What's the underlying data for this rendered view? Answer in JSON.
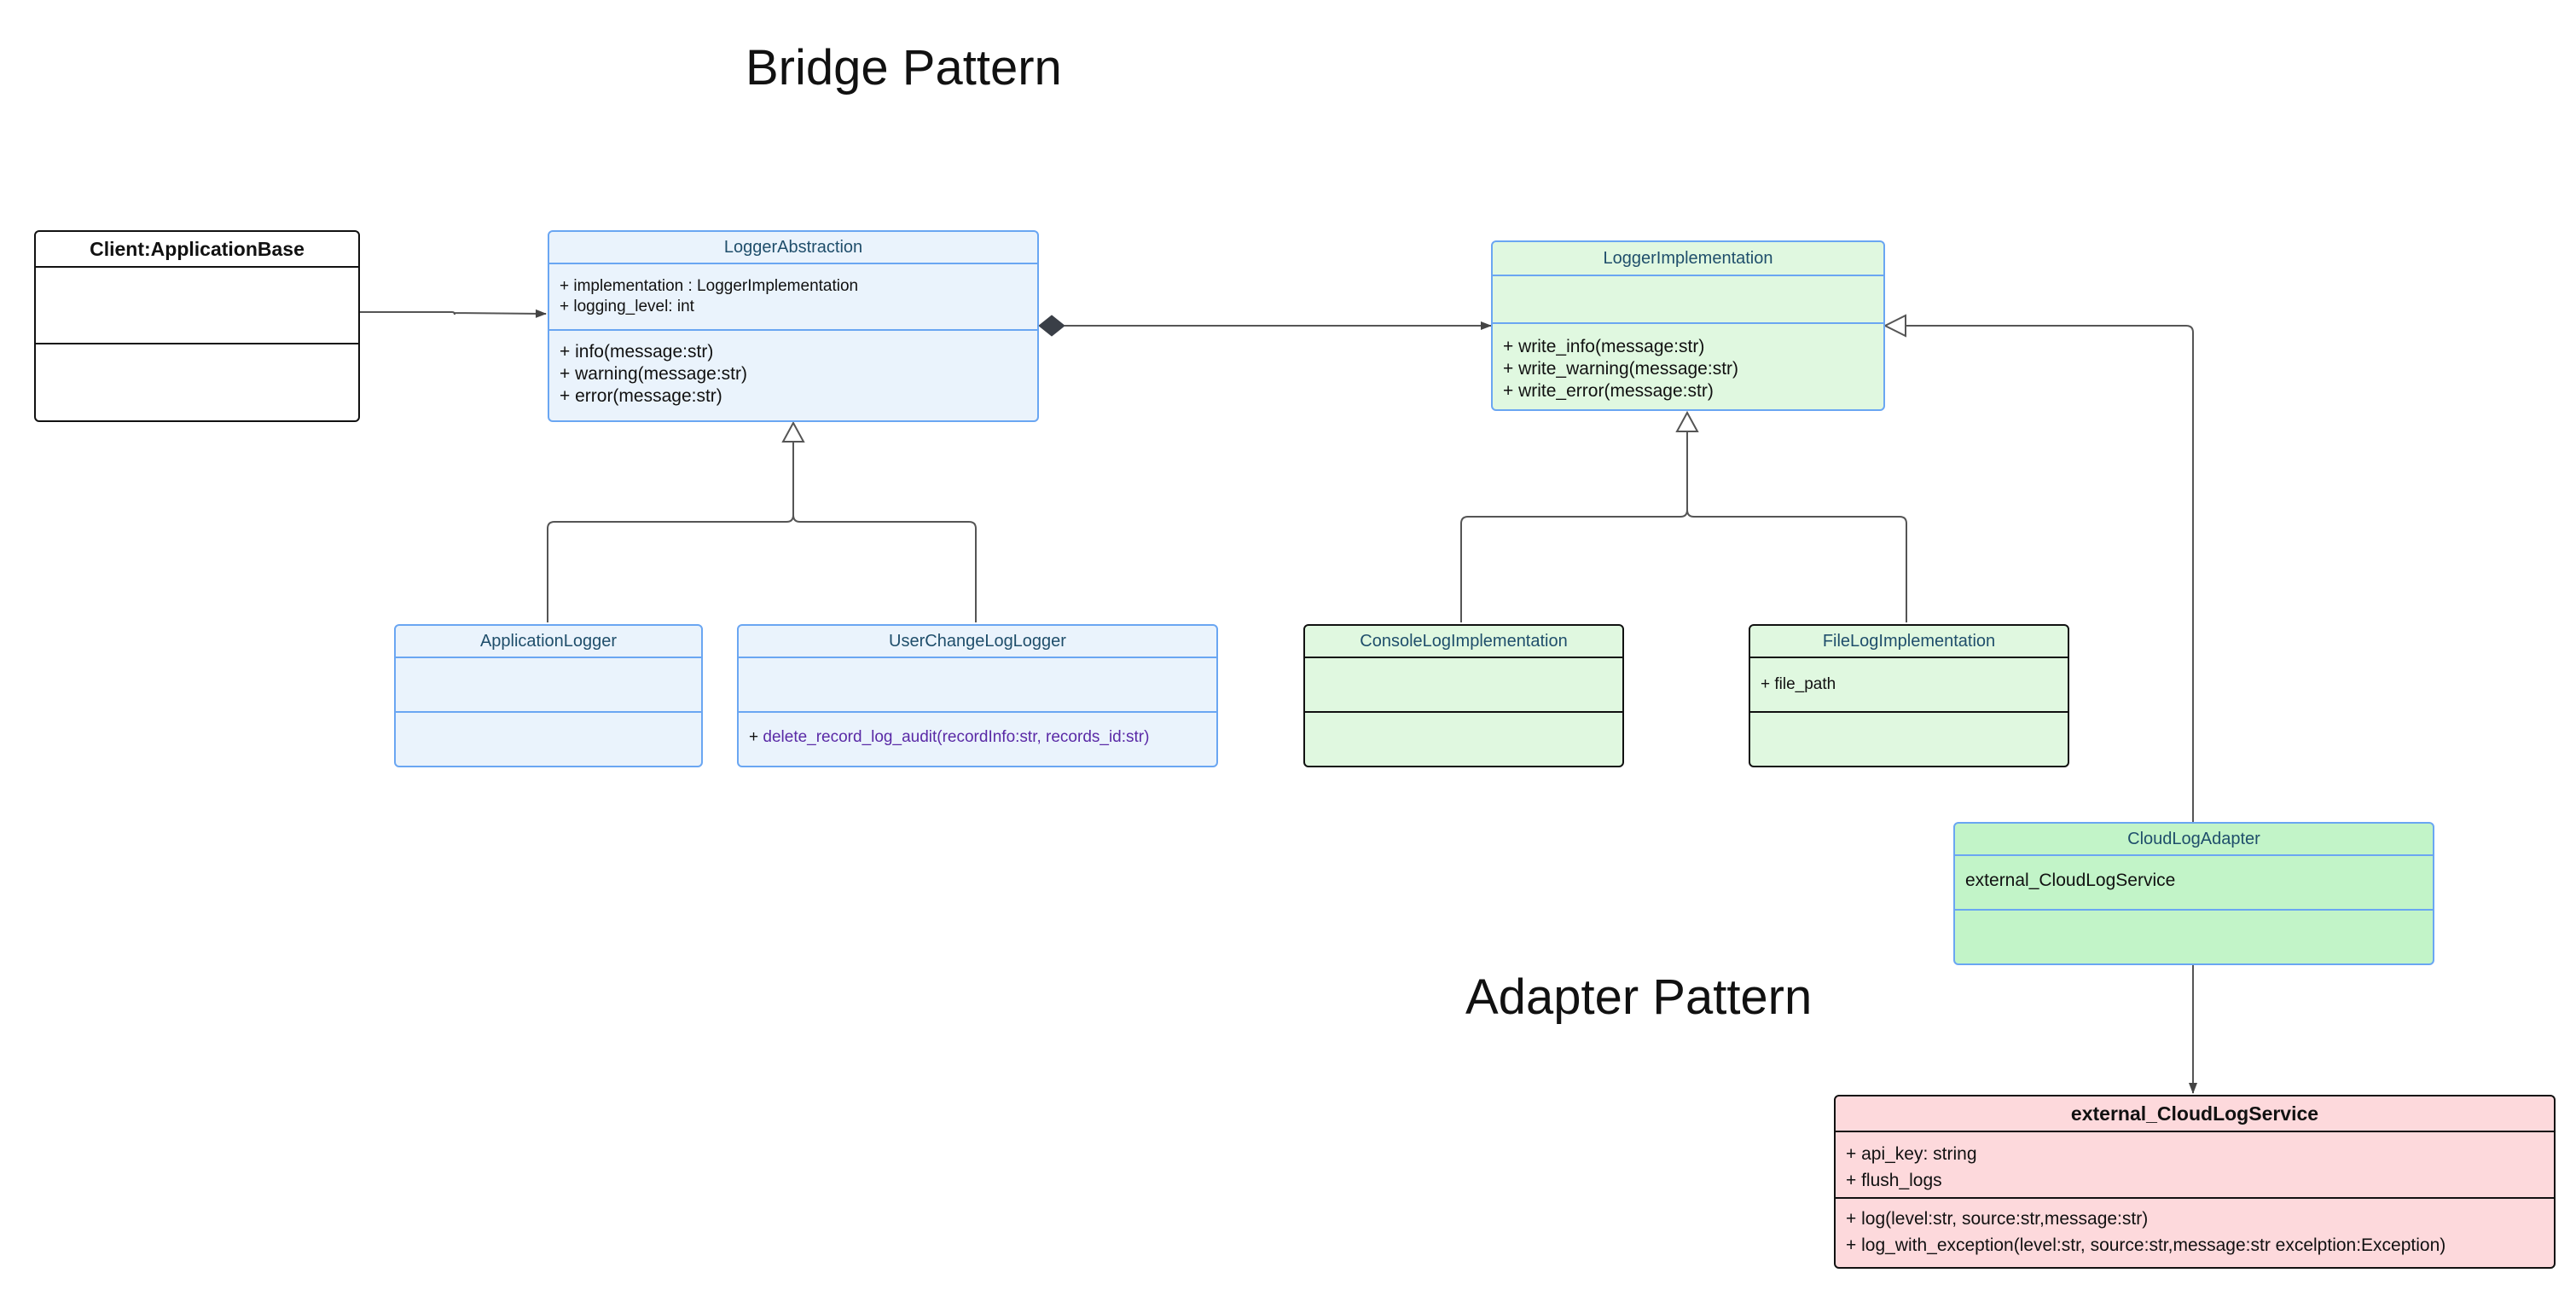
{
  "titles": {
    "bridge": "Bridge Pattern",
    "adapter": "Adapter Pattern"
  },
  "colors": {
    "abstraction_fill": "#eaf3fc",
    "implementation_fill": "#e0f8e0",
    "adapter_fill": "#c2f4c8",
    "external_fill": "#fdd9dc",
    "blue_border": "#6aa6f2",
    "connector": "#555555",
    "purple_text": "#5a2aa6"
  },
  "classes": {
    "client": {
      "name": "Client:ApplicationBase",
      "attributes": [],
      "methods": []
    },
    "logger_abstraction": {
      "name": "LoggerAbstraction",
      "attributes": [
        "+ implementation : LoggerImplementation",
        "+ logging_level: int"
      ],
      "methods": [
        "+ info(message:str)",
        "+ warning(message:str)",
        "+ error(message:str)"
      ]
    },
    "logger_implementation": {
      "name": "LoggerImplementation",
      "attributes": [],
      "methods": [
        "+ write_info(message:str)",
        "+ write_warning(message:str)",
        "+ write_error(message:str)"
      ]
    },
    "application_logger": {
      "name": "ApplicationLogger",
      "attributes": [],
      "methods": []
    },
    "user_change_log_logger": {
      "name": "UserChangeLogLogger",
      "attributes": [],
      "method_prefix": "+",
      "method_name": "delete_record_log_audit(recordInfo:str, records_id:str)"
    },
    "console_log_implementation": {
      "name": "ConsoleLogImplementation",
      "attributes": [],
      "methods": []
    },
    "file_log_implementation": {
      "name": "FileLogImplementation",
      "attributes": [
        "+ file_path"
      ],
      "methods": []
    },
    "cloud_log_adapter": {
      "name": "CloudLogAdapter",
      "attributes": [
        "external_CloudLogService"
      ],
      "methods": []
    },
    "external_cloud_log_service": {
      "name": "external_CloudLogService",
      "attributes": [
        "+ api_key: string",
        "+ flush_logs"
      ],
      "methods": [
        "+ log(level:str, source:str,message:str)",
        "+ log_with_exception(level:str, source:str,message:str excelption:Exception)"
      ]
    }
  },
  "relationships": [
    {
      "from": "Client:ApplicationBase",
      "to": "LoggerAbstraction",
      "type": "association"
    },
    {
      "from": "LoggerAbstraction",
      "to": "LoggerImplementation",
      "type": "composition"
    },
    {
      "from": "ApplicationLogger",
      "to": "LoggerAbstraction",
      "type": "inheritance"
    },
    {
      "from": "UserChangeLogLogger",
      "to": "LoggerAbstraction",
      "type": "inheritance"
    },
    {
      "from": "ConsoleLogImplementation",
      "to": "LoggerImplementation",
      "type": "inheritance"
    },
    {
      "from": "FileLogImplementation",
      "to": "LoggerImplementation",
      "type": "inheritance"
    },
    {
      "from": "CloudLogAdapter",
      "to": "LoggerImplementation",
      "type": "inheritance"
    },
    {
      "from": "CloudLogAdapter",
      "to": "external_CloudLogService",
      "type": "association"
    }
  ]
}
